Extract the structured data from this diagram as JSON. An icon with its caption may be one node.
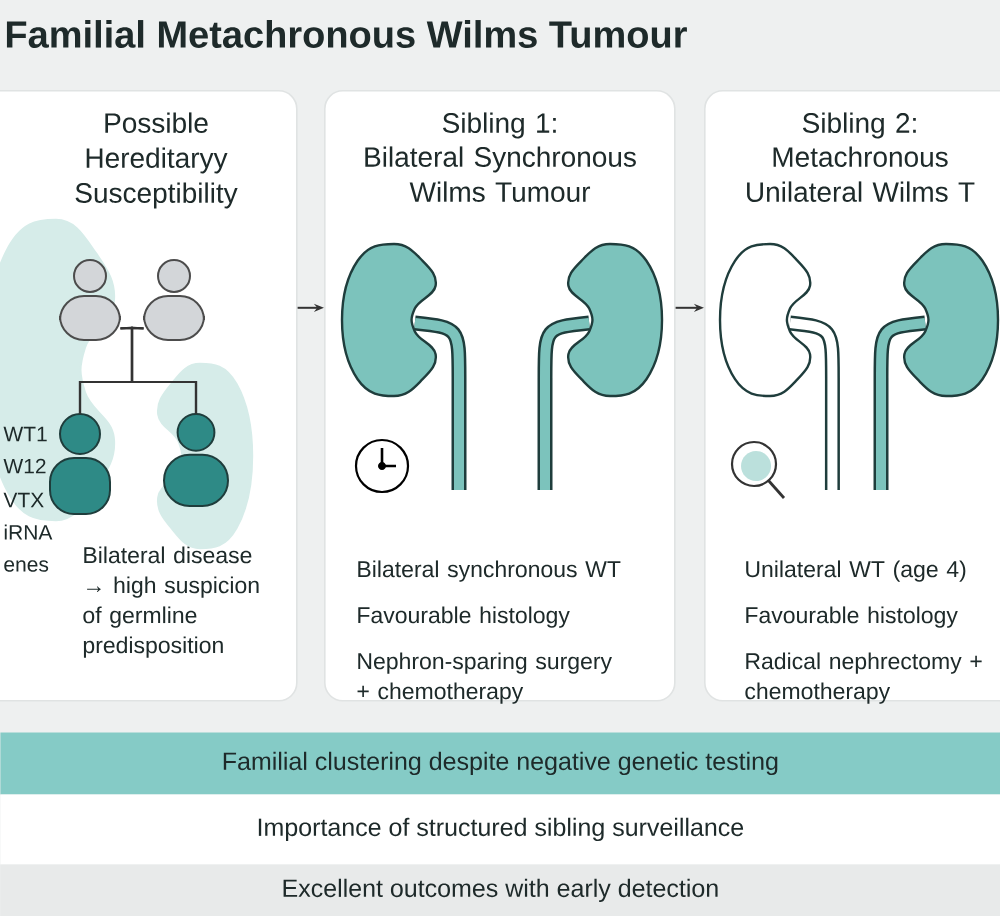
{
  "diagram": {
    "title": "Familial Metachronous Wilms Tumour",
    "nodes": [
      {
        "text": [
          "Possible Hereditaryy Susceptibility",
          "Bilateral disease → high suspicion of germline predisposition"
        ]
      },
      {
        "text": [],
        "shape": "person",
        "in": 0
      },
      {
        "text": [],
        "shape": "person",
        "in": 0
      },
      {
        "text": [],
        "shape": "person",
        "in": 0
      },
      {
        "text": [],
        "shape": "person",
        "in": 0
      },
      {
        "text": [
          "Sibling 1:",
          "Bilateral Synchronous Wilms Tumour",
          "Bilateral synchronous WT",
          "Favourable histology",
          "Nephron-sparing surgery + chemotherapy"
        ]
      },
      {
        "text": [
          "Sibling 2:",
          "Metachronous Unilateral Wilms T",
          "Unilateral WT (age 4)",
          "Favourable histology",
          "Radical nephrectomy + chemotherapy"
        ]
      },
      {
        "text": [
          "Familial clustering despite negative genetic testing"
        ]
      },
      {
        "text": [
          "Importance of structured sibling surveillance"
        ]
      },
      {
        "text": [
          "Excellent outcomes with early detection"
        ]
      }
    ],
    "edges": [
      {
        "from": 0,
        "to": 5,
        "arrow": "to"
      },
      {
        "from": 5,
        "to": 6,
        "arrow": "to"
      },
      {
        "from": 1,
        "to": 3,
        "arrow": "none"
      },
      {
        "from": 1,
        "to": 4,
        "arrow": "none"
      },
      {
        "from": 2,
        "to": 3,
        "arrow": "none"
      },
      {
        "from": 2,
        "to": 4,
        "arrow": "none"
      }
    ],
    "labels": [
      "WT1",
      "W12",
      "VTX",
      "iRNA",
      "enes"
    ]
  }
}
